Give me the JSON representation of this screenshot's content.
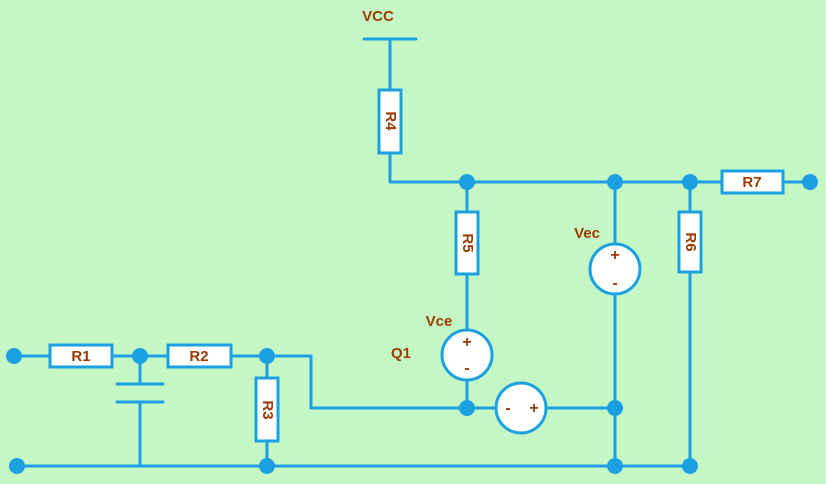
{
  "diagram": {
    "supply_label": "VCC",
    "transistor_label": "Q1",
    "sources": {
      "vce": {
        "label": "Vce",
        "plus": "+",
        "minus": "-"
      },
      "vec": {
        "label": "Vec",
        "plus": "+",
        "minus": "-"
      },
      "q1_source": {
        "plus": "+",
        "minus": "-"
      }
    },
    "resistors": {
      "r1": "R1",
      "r2": "R2",
      "r3": "R3",
      "r4": "R4",
      "r5": "R5",
      "r6": "R6",
      "r7": "R7"
    },
    "colors": {
      "background": "#c5f7c5",
      "wire": "#1ba1e2",
      "label": "#9b3b00"
    }
  }
}
